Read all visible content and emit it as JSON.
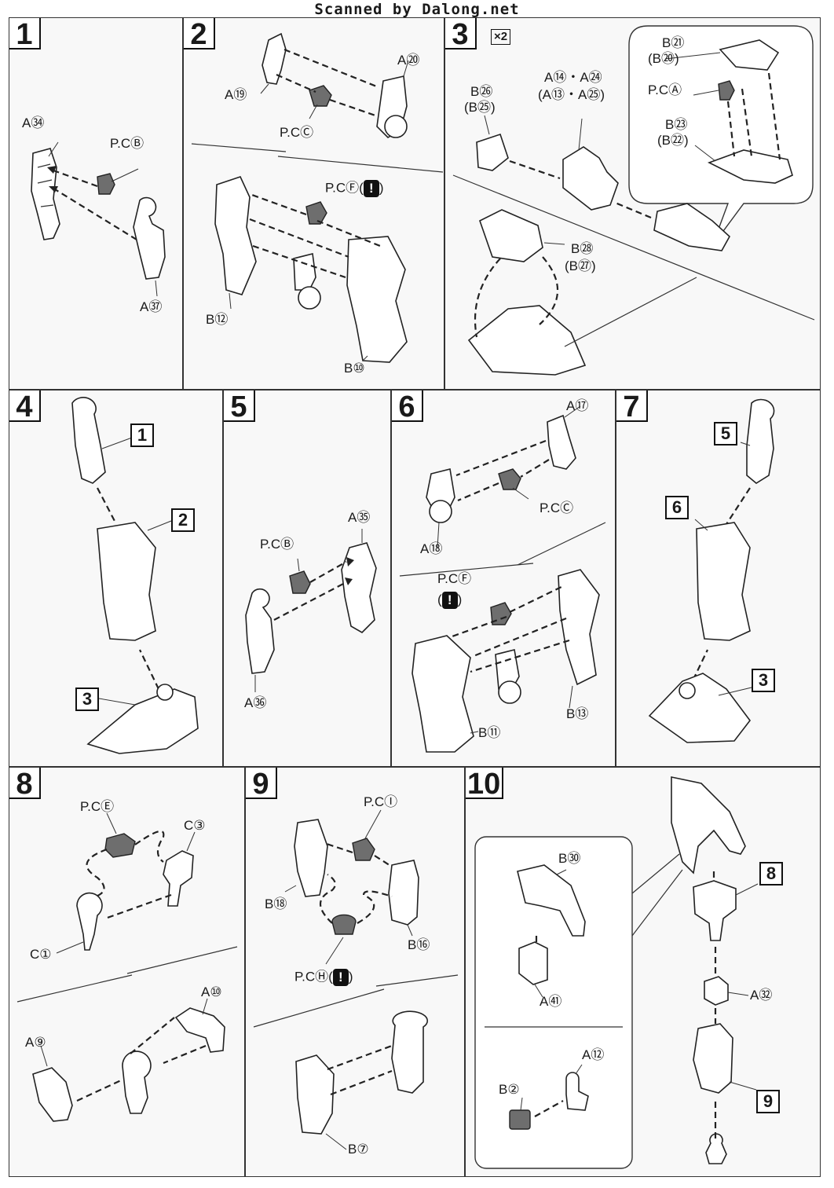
{
  "header": {
    "watermark": "Scanned by Dalong.net"
  },
  "steps": {
    "s1": {
      "num": "1",
      "labels": {
        "a34": "A㉞",
        "pcb": "P.CⒷ",
        "a37": "A㊲"
      }
    },
    "s2": {
      "num": "2",
      "labels": {
        "a20": "A⑳",
        "a19": "A⑲",
        "pcc": "P.CⒸ",
        "pcf": "P.CⒻ(",
        "pcf_close": ")",
        "b12": "B⑫",
        "b10": "B⑩"
      },
      "warning": "!"
    },
    "s3": {
      "num": "3",
      "multiplier": "×2",
      "labels": {
        "b21": "B㉑",
        "b20": "(B⑳)",
        "pca": "P.CⒶ",
        "b23": "B㉓",
        "b22": "(B㉒)",
        "b26": "B㉖",
        "b25": "(B㉕)",
        "a14": "A⑭・A㉔",
        "a13": "(A⑬・A㉕)",
        "b28": "B㉘",
        "b27": "(B㉗)"
      }
    },
    "s4": {
      "num": "4",
      "refs": [
        "1",
        "2",
        "3"
      ]
    },
    "s5": {
      "num": "5",
      "labels": {
        "a35": "A㉟",
        "pcb": "P.CⒷ",
        "a36": "A㊱"
      }
    },
    "s6": {
      "num": "6",
      "labels": {
        "a17": "A⑰",
        "pcc": "P.CⒸ",
        "a18": "A⑱",
        "pcf": "P.CⒻ",
        "b11": "B⑪",
        "b13": "B⑬"
      },
      "warning": "!"
    },
    "s7": {
      "num": "7",
      "refs": [
        "5",
        "6",
        "3"
      ]
    },
    "s8": {
      "num": "8",
      "labels": {
        "pce": "P.CⒺ",
        "c3": "C③",
        "c1": "C①",
        "a10": "A⑩",
        "a9": "A⑨"
      }
    },
    "s9": {
      "num": "9",
      "labels": {
        "pci": "P.CⒾ",
        "b18": "B⑱",
        "b16": "B⑯",
        "pch": "P.CⒽ(",
        "pch_close": ")",
        "b7": "B⑦"
      },
      "warning": "!"
    },
    "s10": {
      "num": "10",
      "labels": {
        "b30": "B㉚",
        "a41": "A㊶",
        "a12": "A⑫",
        "b2": "B②",
        "a32": "A㉜"
      },
      "refs": [
        "8",
        "9"
      ]
    }
  }
}
